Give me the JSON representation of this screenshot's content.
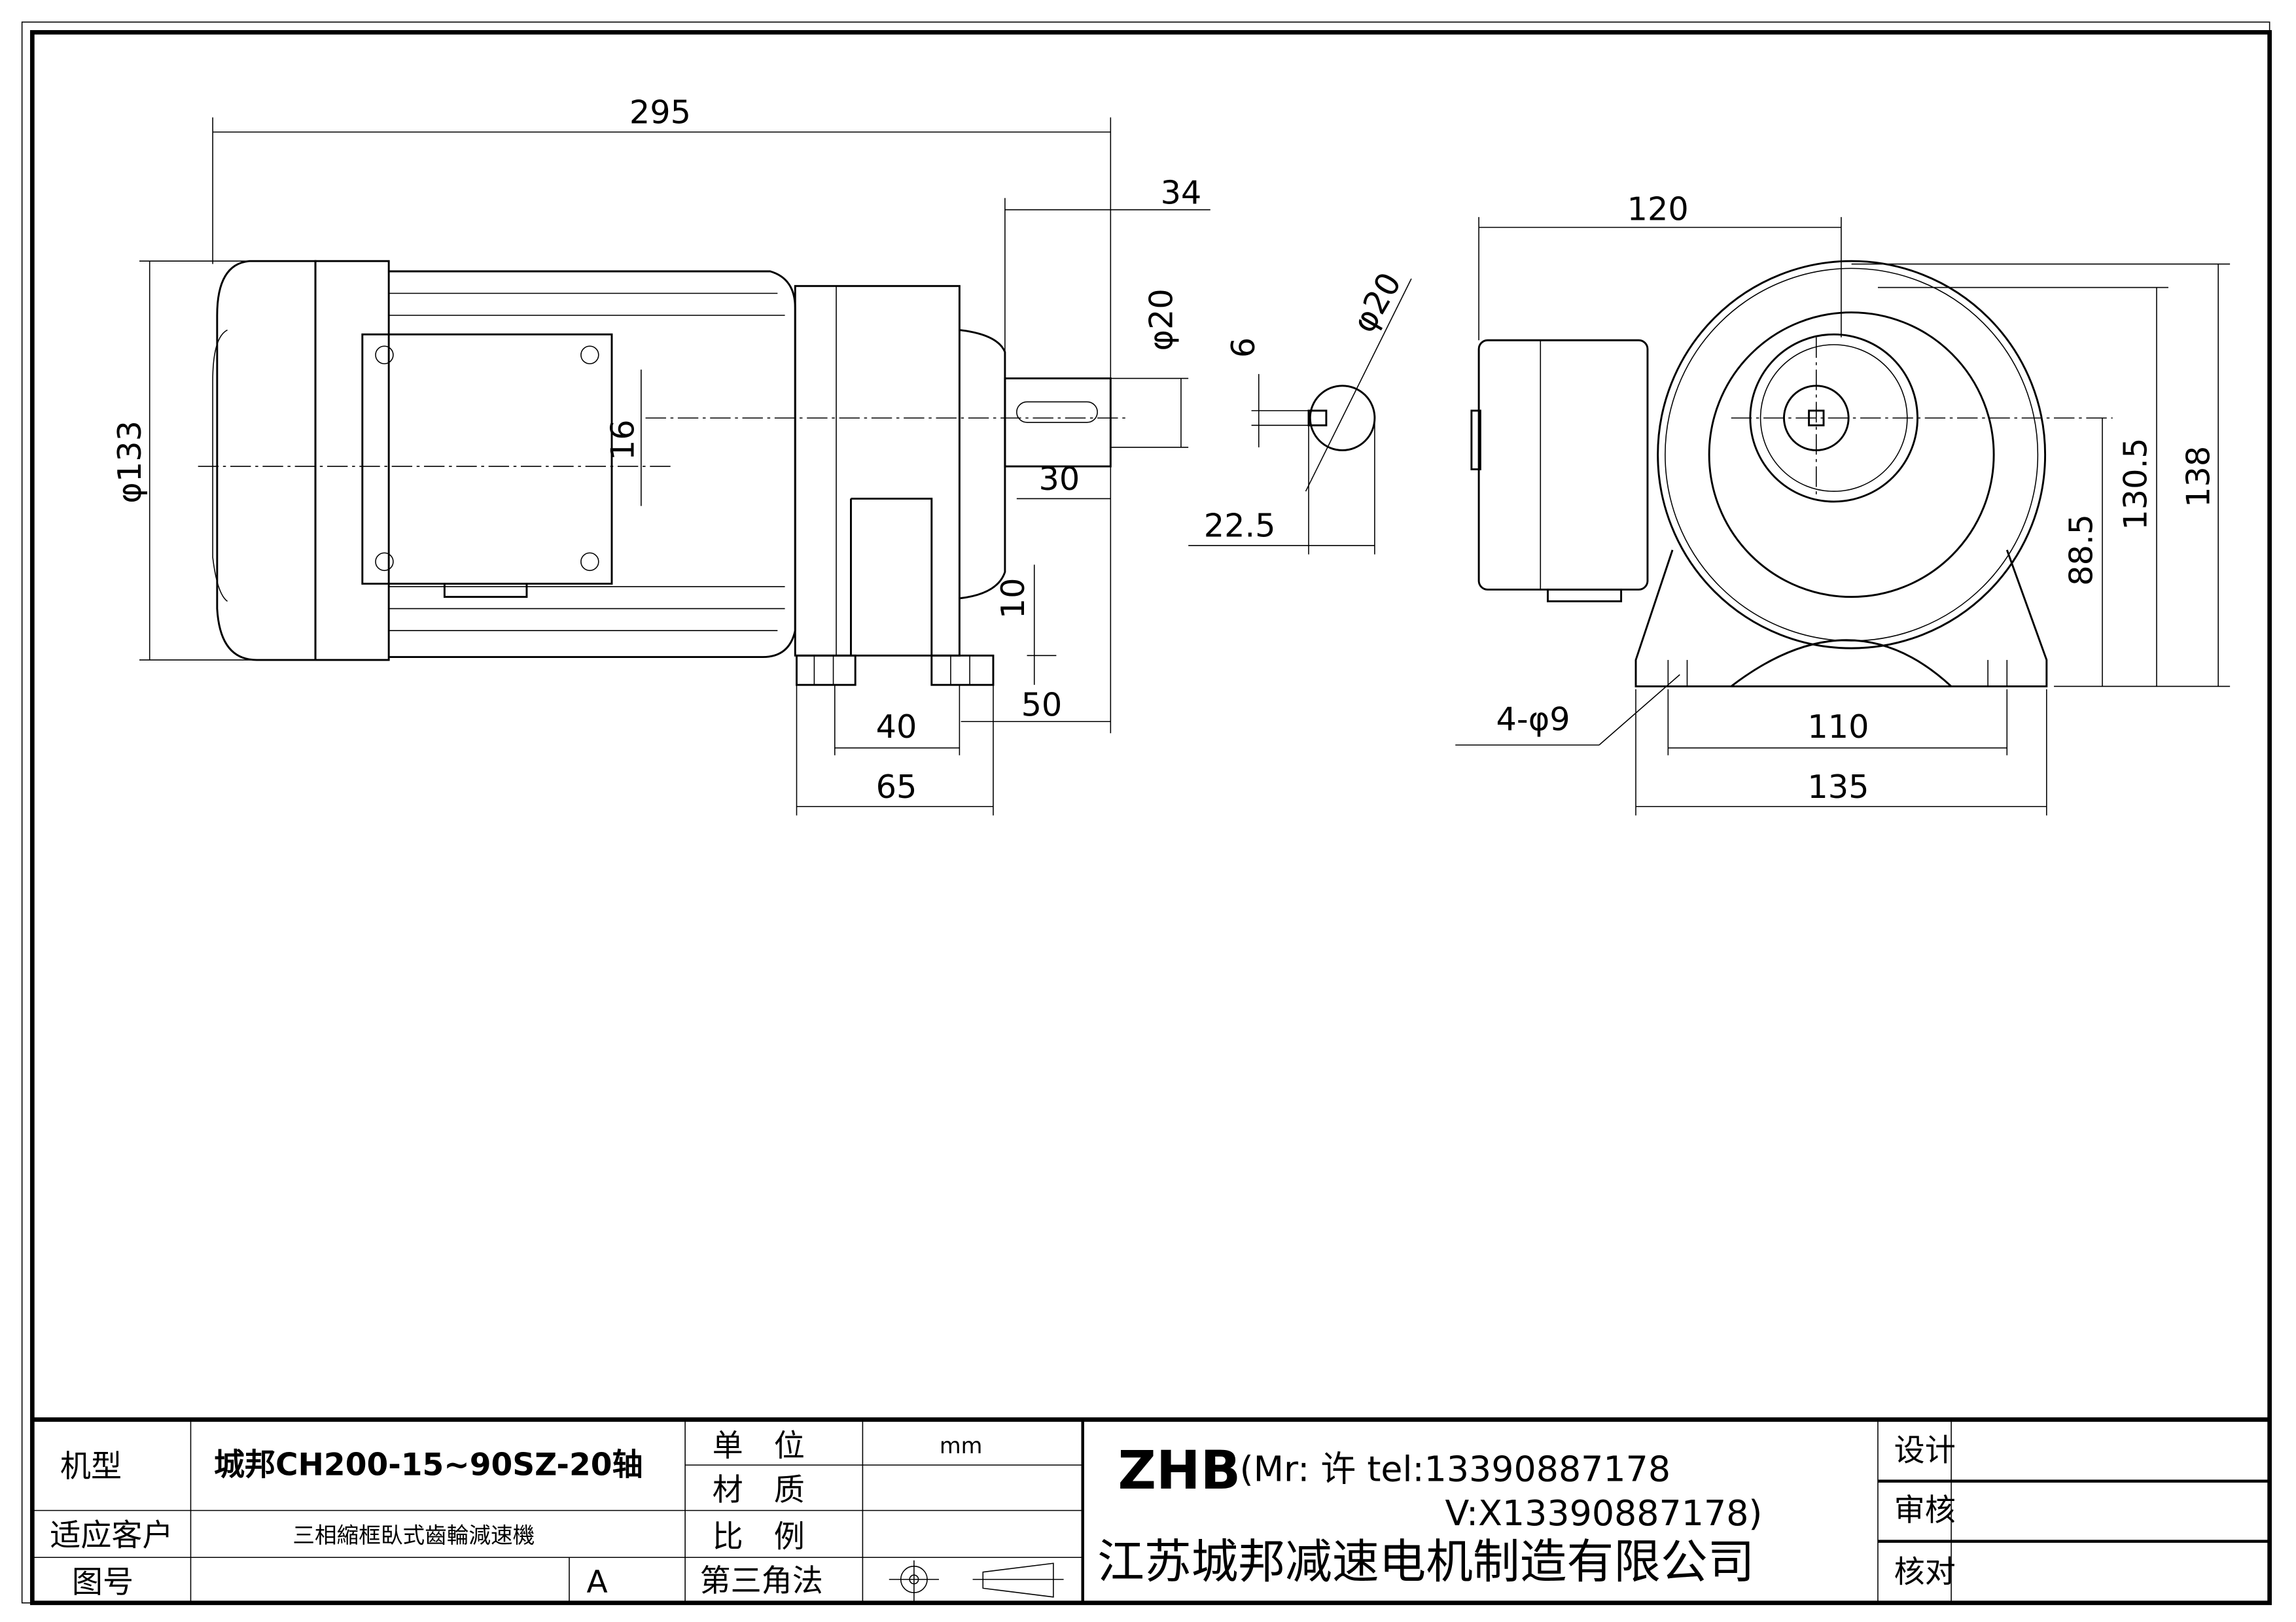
{
  "dimensions": {
    "overall_length": "295",
    "shaft_length": "34",
    "shaft_dia": "φ20",
    "center_height_offset": "16",
    "motor_dia": "φ133",
    "key_length": "30",
    "foot_thickness": "10",
    "foot_to_shaft": "50",
    "foot_hole_spacing": "40",
    "foot_length": "65",
    "key_width": "6",
    "shaft_dia_section": "φ20",
    "key_depth": "22.5",
    "front_width": "120",
    "hole_spec": "4-φ9",
    "foot_hole_span": "110",
    "base_width": "135",
    "shaft_height": "88.5",
    "cover_height": "130.5",
    "total_height": "138"
  },
  "title_block": {
    "model_label": "机型",
    "model_value": "城邦CH200-15~90SZ-20轴",
    "customer_label": "适应客户",
    "customer_value": "三相縮框臥式齒輪減速機",
    "drawing_no_label": "图号",
    "drawing_no_rev": "A",
    "unit_label": "单　位",
    "unit_value": "mm",
    "material_label": "材　质",
    "scale_label": "比　例",
    "projection_label": "第三角法",
    "brand": "ZHB",
    "contact_line1": "(Mr: 许 tel:13390887178",
    "contact_line2": "V:X13390887178)",
    "company": "江苏城邦减速电机制造有限公司",
    "design_label": "设计",
    "review_label": "审核",
    "check_label": "核对"
  }
}
